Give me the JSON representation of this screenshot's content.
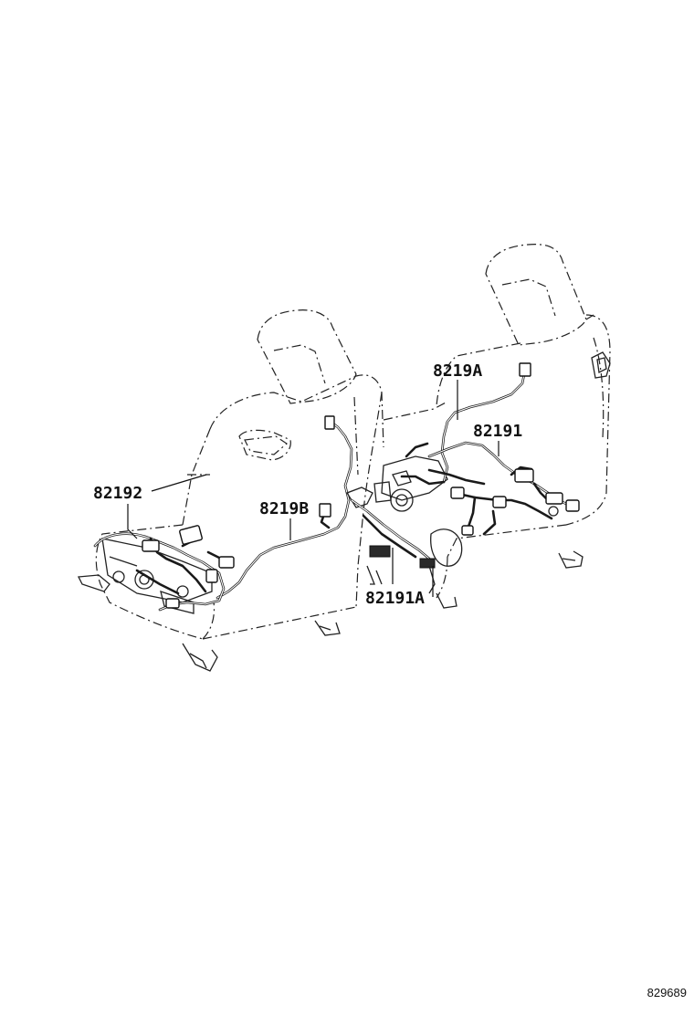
{
  "callouts": {
    "part_82192": "82192",
    "part_8219B": "8219B",
    "part_8219A": "8219A",
    "part_82191": "82191",
    "part_82191A": "82191A"
  },
  "reference_number": "829689"
}
